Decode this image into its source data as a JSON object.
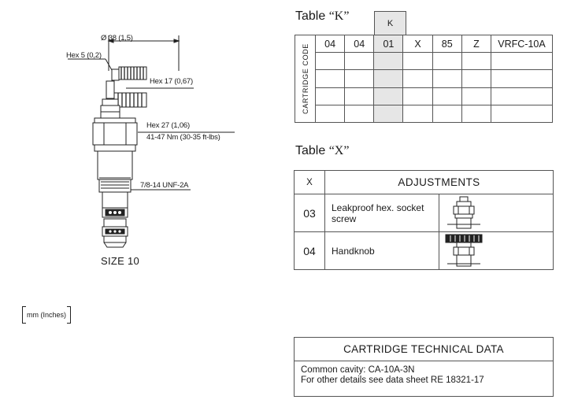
{
  "drawing": {
    "dimensions": {
      "diameter": "Ø 38 (1,5)",
      "hex5": "Hex  5 (0,2)",
      "hex17": "Hex  17 (0,67)",
      "hex27": "Hex  27 (1,06)",
      "torque": "41-47 Nm (30-35 ft-lbs)",
      "thread": "7/8-14 UNF-2A"
    },
    "size_label": "SIZE 10"
  },
  "units_note": "mm (Inches)",
  "table_k": {
    "title_prefix": "Table ",
    "title_letter": "“K”",
    "tab_label": "K",
    "side_label": "CARTRIDGE CODE",
    "codes": [
      "04",
      "04",
      "01",
      "X",
      "85",
      "Z",
      "VRFC-10A"
    ],
    "highlight_index": 2,
    "blank_rows": 4
  },
  "table_x": {
    "title_prefix": "Table ",
    "title_letter": "“X”",
    "header_code": "X",
    "header_title": "ADJUSTMENTS",
    "rows": [
      {
        "code": "03",
        "description": "Leakproof hex. socket screw",
        "icon": "hex-socket-screw-icon"
      },
      {
        "code": "04",
        "description": "Handknob",
        "icon": "handknob-icon"
      }
    ]
  },
  "technical_data": {
    "title": "CARTRIDGE TECHNICAL DATA",
    "lines": [
      "Common cavity: CA-10A-3N",
      "For other details see data sheet RE 18321-17"
    ]
  }
}
